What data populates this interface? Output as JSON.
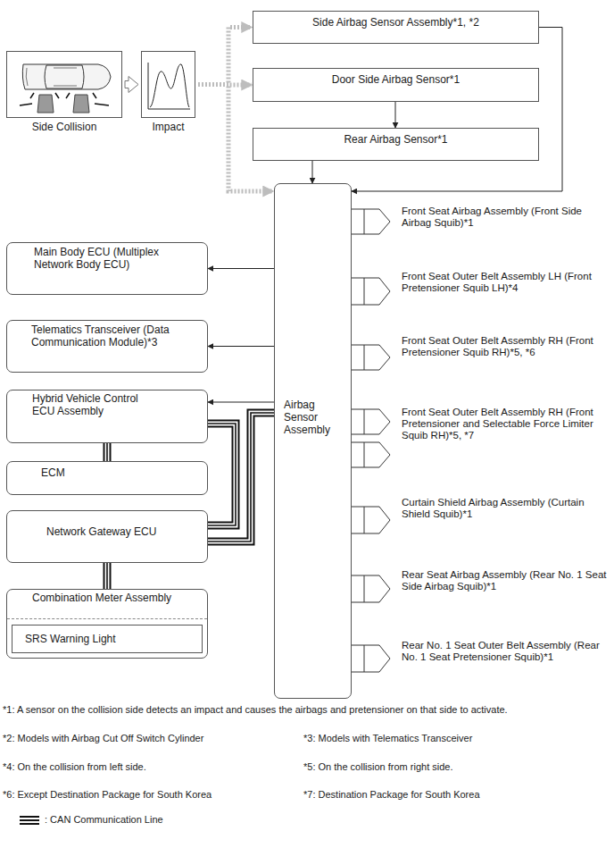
{
  "diagram": {
    "nodes": [
      {
        "text": [
          "Side Collision"
        ]
      },
      {
        "text": [
          "Impact"
        ]
      },
      {
        "text": [
          "Side Airbag Sensor Assembly*1, *2"
        ]
      },
      {
        "text": [
          "Door Side Airbag Sensor*1"
        ]
      },
      {
        "text": [
          "Rear Airbag Sensor*1"
        ]
      },
      {
        "text": [
          "Airbag Sensor Assembly"
        ]
      },
      {
        "text": [
          "Main Body ECU (Multiplex Network Body ECU)"
        ]
      },
      {
        "text": [
          "Telematics Transceiver (Data Communication Module)*3"
        ]
      },
      {
        "text": [
          "Hybrid Vehicle Control ECU Assembly"
        ]
      },
      {
        "text": [
          "ECM"
        ]
      },
      {
        "text": [
          "Network Gateway ECU"
        ]
      },
      {
        "text": [
          "Combination Meter Assembly"
        ]
      },
      {
        "text": [
          "SRS Warning Light"
        ],
        "in": 11
      }
    ],
    "edges": [
      {
        "from": 0,
        "to": 1,
        "arrow": "to"
      },
      {
        "from": 1,
        "to": 2,
        "arrow": "to"
      },
      {
        "from": 1,
        "to": 3,
        "arrow": "to"
      },
      {
        "from": 1,
        "to": 5,
        "arrow": "to"
      },
      {
        "from": 2,
        "to": 5,
        "arrow": "to"
      },
      {
        "from": 3,
        "to": 4,
        "arrow": "to"
      },
      {
        "from": 4,
        "to": 5,
        "arrow": "to"
      },
      {
        "from": 5,
        "to": 6,
        "arrow": "to"
      },
      {
        "from": 5,
        "to": 7,
        "arrow": "to"
      },
      {
        "from": 5,
        "to": 8,
        "arrow": "to"
      },
      {
        "from": 8,
        "to": 9,
        "arrow": "none"
      },
      {
        "from": 8,
        "to": 10,
        "arrow": "none"
      },
      {
        "from": 5,
        "to": 10,
        "arrow": "none"
      },
      {
        "from": 10,
        "to": 11,
        "arrow": "none"
      }
    ],
    "labels": [
      "Front Seat Airbag Assembly (Front Side Airbag Squib)*1",
      "Front Seat Outer Belt Assembly LH (Front Pretensioner Squib LH)*4",
      "Front Seat Outer Belt Assembly RH (Front Pretensioner Squib RH)*5, *6",
      "Front Seat Outer Belt Assembly RH (Front Pretensioner and Selectable Force Limiter Squib RH)*5, *7",
      "Curtain Shield Airbag Assembly (Curtain Shield Squib)*1",
      "Rear Seat Airbag Assembly (Rear No. 1 Seat Side Airbag Squib)*1",
      "Rear No. 1 Seat Outer Belt Assembly (Rear No. 1 Seat Pretensioner Squib)*1",
      "*1: A sensor on the collision side detects an impact and causes the airbags and pretensioner on that side to activate.",
      "*2: Models with Airbag Cut Off Switch Cylinder",
      "*3: Models with Telematics Transceiver",
      "*4: On the collision from left side.",
      "*5: On the collision from right side.",
      "*6: Except Destination Package for South Korea",
      "*7: Destination Package for South Korea"
    ],
    "legend": [
      {
        "text": ": CAN Communication Line"
      }
    ]
  }
}
